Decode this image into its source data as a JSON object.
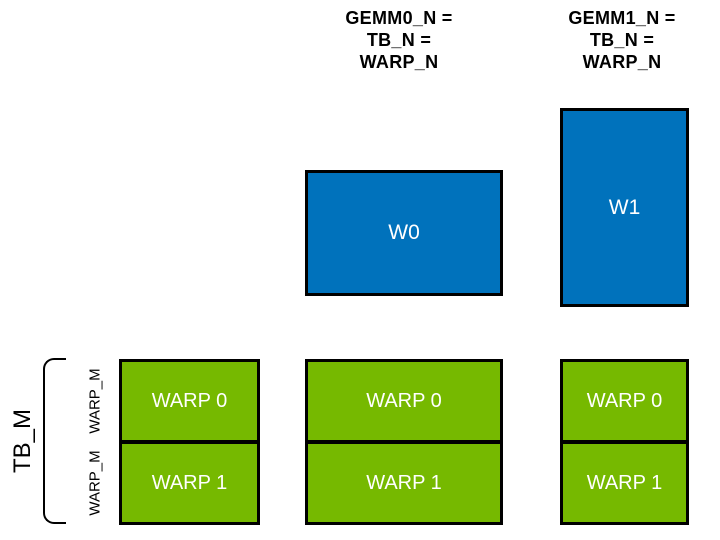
{
  "colors": {
    "blue": "#0072BC",
    "green": "#76B900",
    "border": "#000000",
    "text-light": "#FFFFFF",
    "text-dark": "#000000"
  },
  "headers": {
    "gemm0": {
      "line1": "GEMM0_N =",
      "line2": "TB_N =",
      "line3": "WARP_N"
    },
    "gemm1": {
      "line1": "GEMM1_N =",
      "line2": "TB_N =",
      "line3": "WARP_N"
    }
  },
  "warp_tiles": {
    "w0": "W0",
    "w1": "W1"
  },
  "threadblock_columns": {
    "col1": {
      "warp0": "WARP 0",
      "warp1": "WARP 1"
    },
    "col2": {
      "warp0": "WARP 0",
      "warp1": "WARP 1"
    },
    "col3": {
      "warp0": "WARP 0",
      "warp1": "WARP 1"
    }
  },
  "left_labels": {
    "tb_m": "TB_M",
    "warp_m_top": "WARP_M",
    "warp_m_bottom": "WARP_M"
  }
}
